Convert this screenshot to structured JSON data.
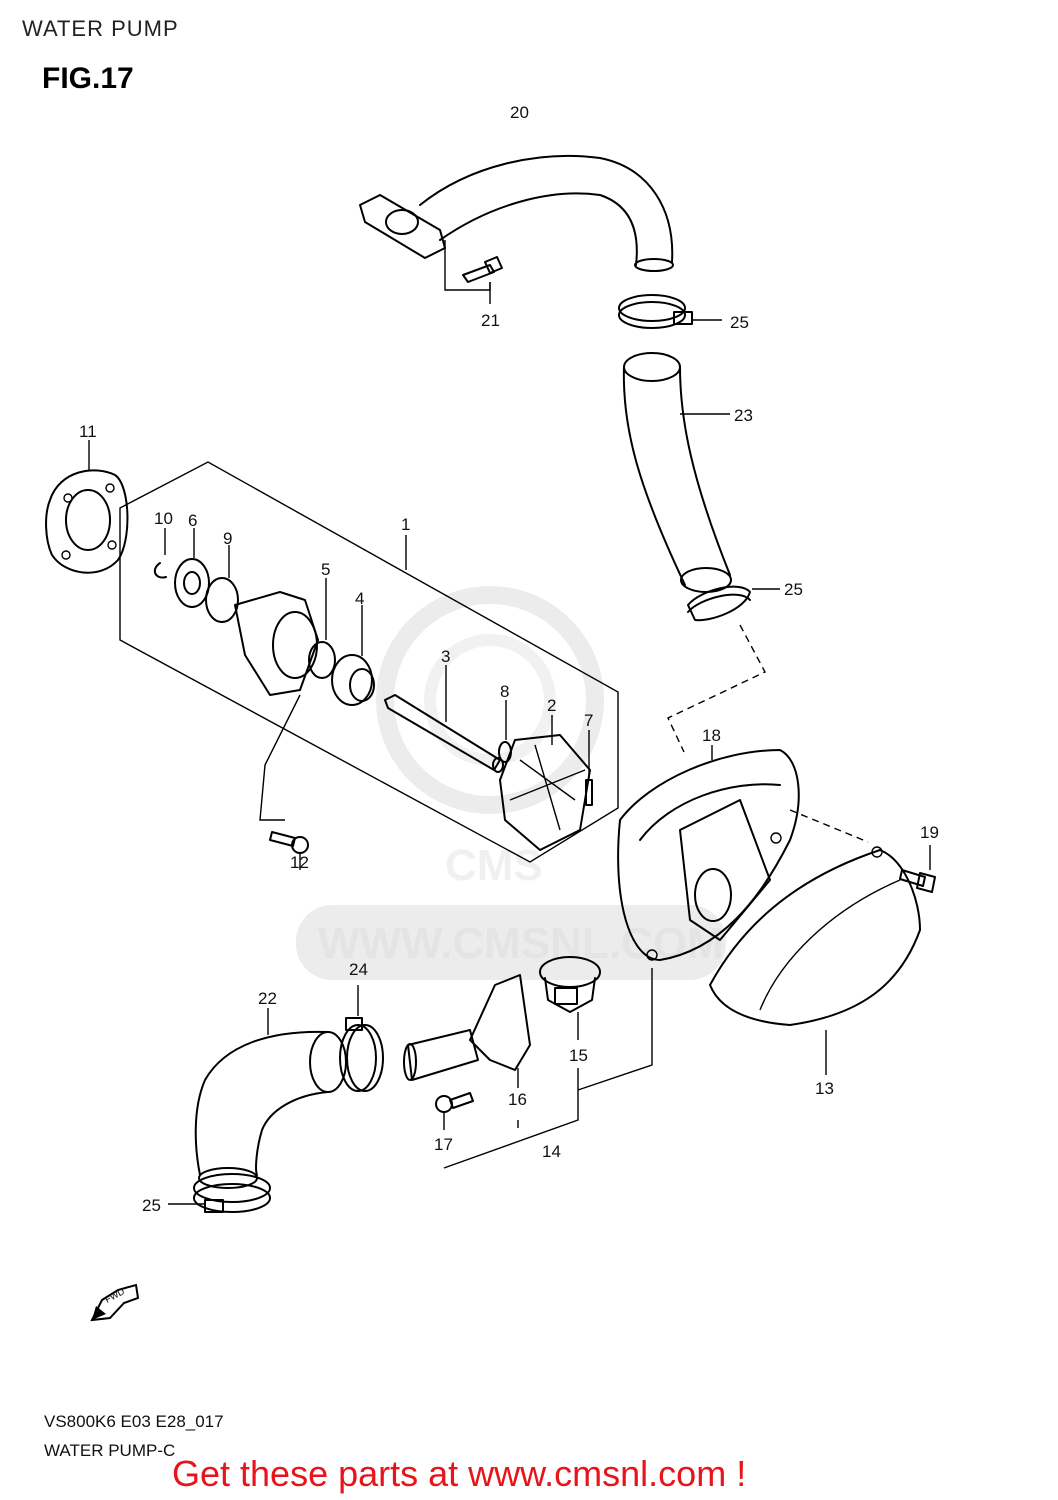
{
  "header": {
    "title": "WATER PUMP"
  },
  "figure": {
    "label": "FIG.17"
  },
  "watermark": {
    "text": "WWW.CMSNL.COM",
    "logo_text": "CMS"
  },
  "direction_arrow": {
    "label": "FWD"
  },
  "callouts": [
    {
      "id": "c20",
      "text": "20"
    },
    {
      "id": "c21",
      "text": "21"
    },
    {
      "id": "c25a",
      "text": "25"
    },
    {
      "id": "c23",
      "text": "23"
    },
    {
      "id": "c11",
      "text": "11"
    },
    {
      "id": "c1",
      "text": "1"
    },
    {
      "id": "c10",
      "text": "10"
    },
    {
      "id": "c6",
      "text": "6"
    },
    {
      "id": "c9",
      "text": "9"
    },
    {
      "id": "c5",
      "text": "5"
    },
    {
      "id": "c4",
      "text": "4"
    },
    {
      "id": "c3",
      "text": "3"
    },
    {
      "id": "c8",
      "text": "8"
    },
    {
      "id": "c2",
      "text": "2"
    },
    {
      "id": "c7",
      "text": "7"
    },
    {
      "id": "c25b",
      "text": "25"
    },
    {
      "id": "c18",
      "text": "18"
    },
    {
      "id": "c19",
      "text": "19"
    },
    {
      "id": "c12",
      "text": "12"
    },
    {
      "id": "c24",
      "text": "24"
    },
    {
      "id": "c22",
      "text": "22"
    },
    {
      "id": "c15",
      "text": "15"
    },
    {
      "id": "c13",
      "text": "13"
    },
    {
      "id": "c16",
      "text": "16"
    },
    {
      "id": "c17",
      "text": "17"
    },
    {
      "id": "c14",
      "text": "14"
    },
    {
      "id": "c25c",
      "text": "25"
    }
  ],
  "footer": {
    "code": "VS800K6 E03 E28_017",
    "subtitle": "WATER PUMP-C",
    "cta": "Get these parts at www.cmsnl.com !",
    "cta_color": "#e8141b"
  }
}
